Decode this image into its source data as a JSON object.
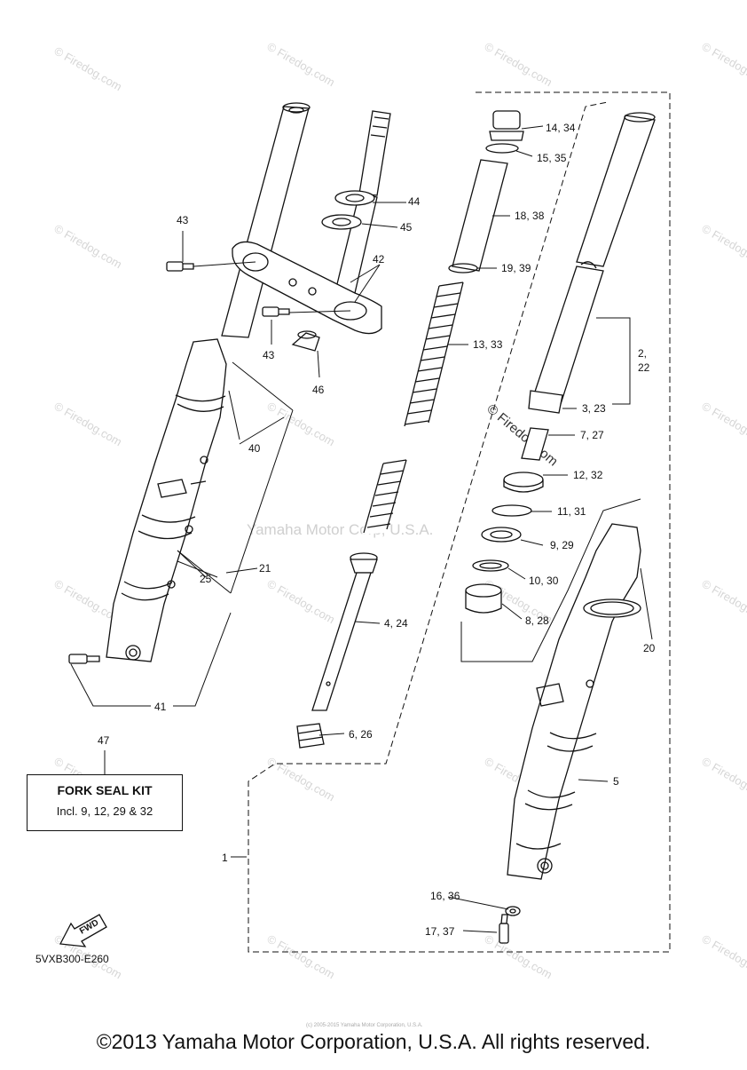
{
  "watermark": {
    "text": "© Firedog.com",
    "center_text": "Yamaha Motor Corp, U.S.A."
  },
  "callouts": [
    {
      "id": "c-43a",
      "text": "43"
    },
    {
      "id": "c-44",
      "text": "44"
    },
    {
      "id": "c-45",
      "text": "45"
    },
    {
      "id": "c-42",
      "text": "42"
    },
    {
      "id": "c-43b",
      "text": "43"
    },
    {
      "id": "c-46",
      "text": "46"
    },
    {
      "id": "c-40",
      "text": "40"
    },
    {
      "id": "c-25",
      "text": "25"
    },
    {
      "id": "c-21",
      "text": "21"
    },
    {
      "id": "c-41",
      "text": "41"
    },
    {
      "id": "c-47",
      "text": "47"
    },
    {
      "id": "c-14-34",
      "text": "14, 34"
    },
    {
      "id": "c-15-35",
      "text": "15, 35"
    },
    {
      "id": "c-18-38",
      "text": "18, 38"
    },
    {
      "id": "c-19-39",
      "text": "19, 39"
    },
    {
      "id": "c-13-33",
      "text": "13, 33"
    },
    {
      "id": "c-4-24",
      "text": "4, 24"
    },
    {
      "id": "c-6-26",
      "text": "6, 26"
    },
    {
      "id": "c-2",
      "text": "2,"
    },
    {
      "id": "c-22",
      "text": "22"
    },
    {
      "id": "c-3-23",
      "text": "3, 23"
    },
    {
      "id": "c-7-27",
      "text": "7, 27"
    },
    {
      "id": "c-12-32",
      "text": "12, 32"
    },
    {
      "id": "c-11-31",
      "text": "11, 31"
    },
    {
      "id": "c-9-29",
      "text": "9, 29"
    },
    {
      "id": "c-10-30",
      "text": "10, 30"
    },
    {
      "id": "c-8-28",
      "text": "8, 28"
    },
    {
      "id": "c-20",
      "text": "20"
    },
    {
      "id": "c-5",
      "text": "5"
    },
    {
      "id": "c-1",
      "text": "1"
    },
    {
      "id": "c-16-36",
      "text": "16, 36"
    },
    {
      "id": "c-17-37",
      "text": "17, 37"
    }
  ],
  "kit": {
    "title": "FORK SEAL KIT",
    "description": "Incl. 9, 12, 29 & 32"
  },
  "fwd_label": "FWD",
  "diagram_code": "5VXB300-E260",
  "copyright": "©2013 Yamaha Motor Corporation, U.S.A. All rights reserved.",
  "small_print": "(c) 2005-2015 Yamaha Motor Corporation, U.S.A."
}
